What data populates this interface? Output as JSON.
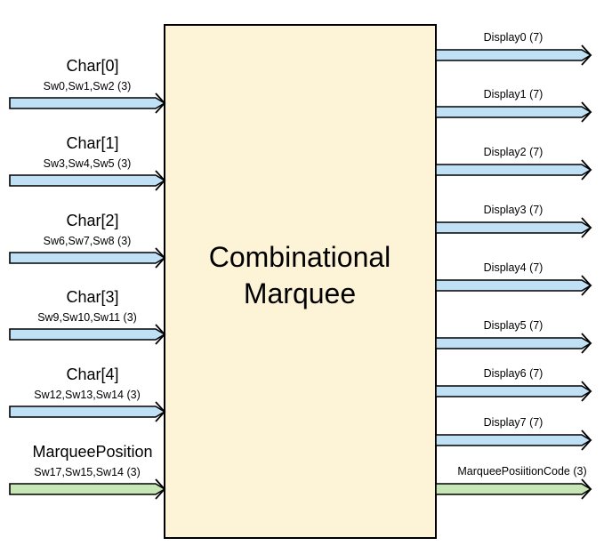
{
  "colors": {
    "block_fill": "#fdf3d7",
    "block_stroke": "#000000",
    "arrow_blue": "#bfe0f5",
    "arrow_green": "#c6e6b5"
  },
  "block": {
    "title_line1": "Combinational",
    "title_line2": "Marquee"
  },
  "inputs": [
    {
      "title": "Char[0]",
      "signals": "Sw0,Sw1,Sw2 (3)",
      "color": "blue"
    },
    {
      "title": "Char[1]",
      "signals": "Sw3,Sw4,Sw5 (3)",
      "color": "blue"
    },
    {
      "title": "Char[2]",
      "signals": "Sw6,Sw7,Sw8 (3)",
      "color": "blue"
    },
    {
      "title": "Char[3]",
      "signals": "Sw9,Sw10,Sw11 (3)",
      "color": "blue"
    },
    {
      "title": "Char[4]",
      "signals": "Sw12,Sw13,Sw14 (3)",
      "color": "blue"
    },
    {
      "title": "MarqueePosition",
      "signals": "Sw17,Sw15,Sw14 (3)",
      "color": "green"
    }
  ],
  "outputs": [
    {
      "label": "Display0 (7)",
      "color": "blue"
    },
    {
      "label": "Display1 (7)",
      "color": "blue"
    },
    {
      "label": "Display2 (7)",
      "color": "blue"
    },
    {
      "label": "Display3 (7)",
      "color": "blue"
    },
    {
      "label": "Display4 (7)",
      "color": "blue"
    },
    {
      "label": "Display5 (7)",
      "color": "blue"
    },
    {
      "label": "Display6 (7)",
      "color": "blue"
    },
    {
      "label": "Display7 (7)",
      "color": "blue"
    },
    {
      "label": "MarqueePosiitionCode (3)",
      "color": "green"
    }
  ]
}
